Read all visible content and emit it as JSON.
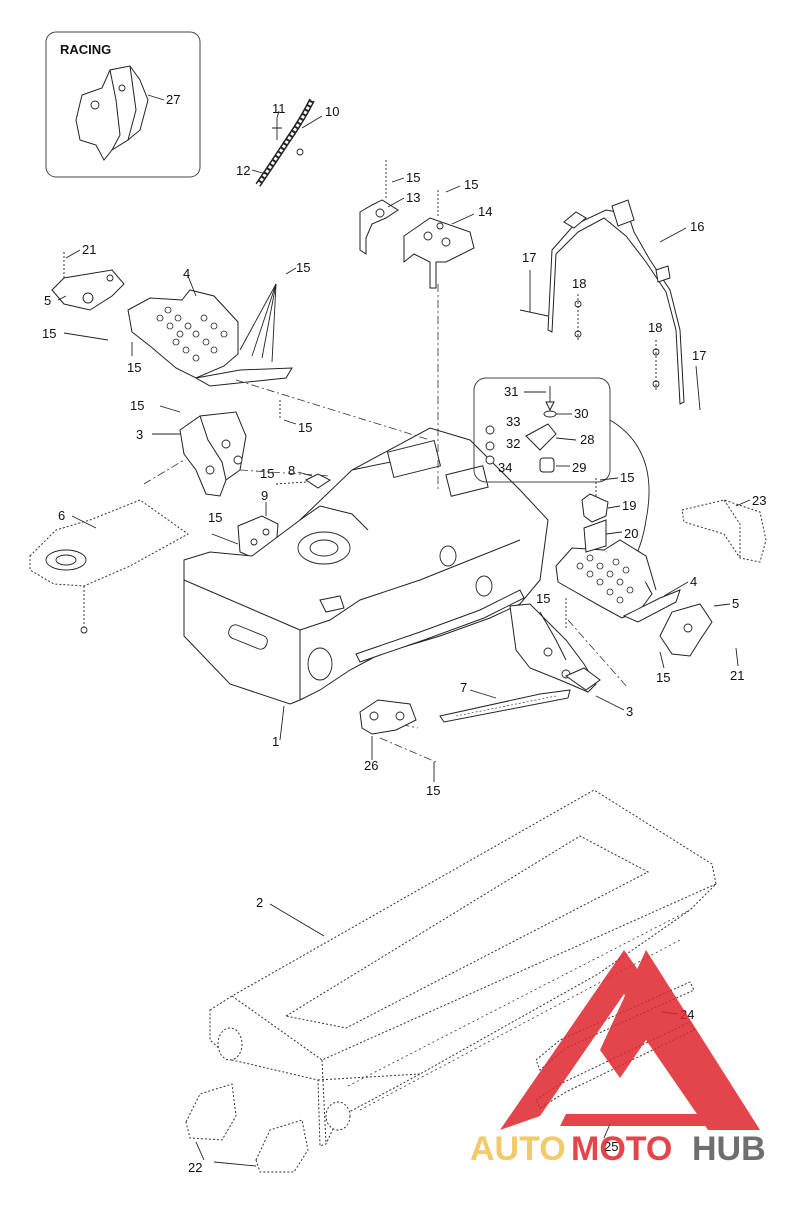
{
  "racing_inset": {
    "title": "RACING",
    "part": "27"
  },
  "callouts": {
    "c1": "1",
    "c2": "2",
    "c3a": "3",
    "c3b": "3",
    "c4a": "4",
    "c4b": "4",
    "c5a": "5",
    "c5b": "5",
    "c6": "6",
    "c7": "7",
    "c8": "8",
    "c9": "9",
    "c10": "10",
    "c11": "11",
    "c12": "12",
    "c13": "13",
    "c14": "14",
    "c15a": "15",
    "c15b": "15",
    "c15c": "15",
    "c15d": "15",
    "c15e": "15",
    "c15f": "15",
    "c15g": "15",
    "c15h": "15",
    "c15i": "15",
    "c15j": "15",
    "c15k": "15",
    "c15l": "15",
    "c15m": "15",
    "c16": "16",
    "c17a": "17",
    "c17b": "17",
    "c18a": "18",
    "c18b": "18",
    "c19": "19",
    "c20": "20",
    "c21a": "21",
    "c21b": "21",
    "c22": "22",
    "c23": "23",
    "c24": "24",
    "c25": "25",
    "c26": "26",
    "c28": "28",
    "c29": "29",
    "c30": "30",
    "c31": "31",
    "c32": "32",
    "c33": "33",
    "c34": "34"
  },
  "watermark": {
    "part1": "AUTO",
    "part2": "MOTO",
    "part3": "HUB",
    "color_primary": "#e0252b",
    "color_secondary": "#f2c14e",
    "color_dark": "#555555"
  }
}
